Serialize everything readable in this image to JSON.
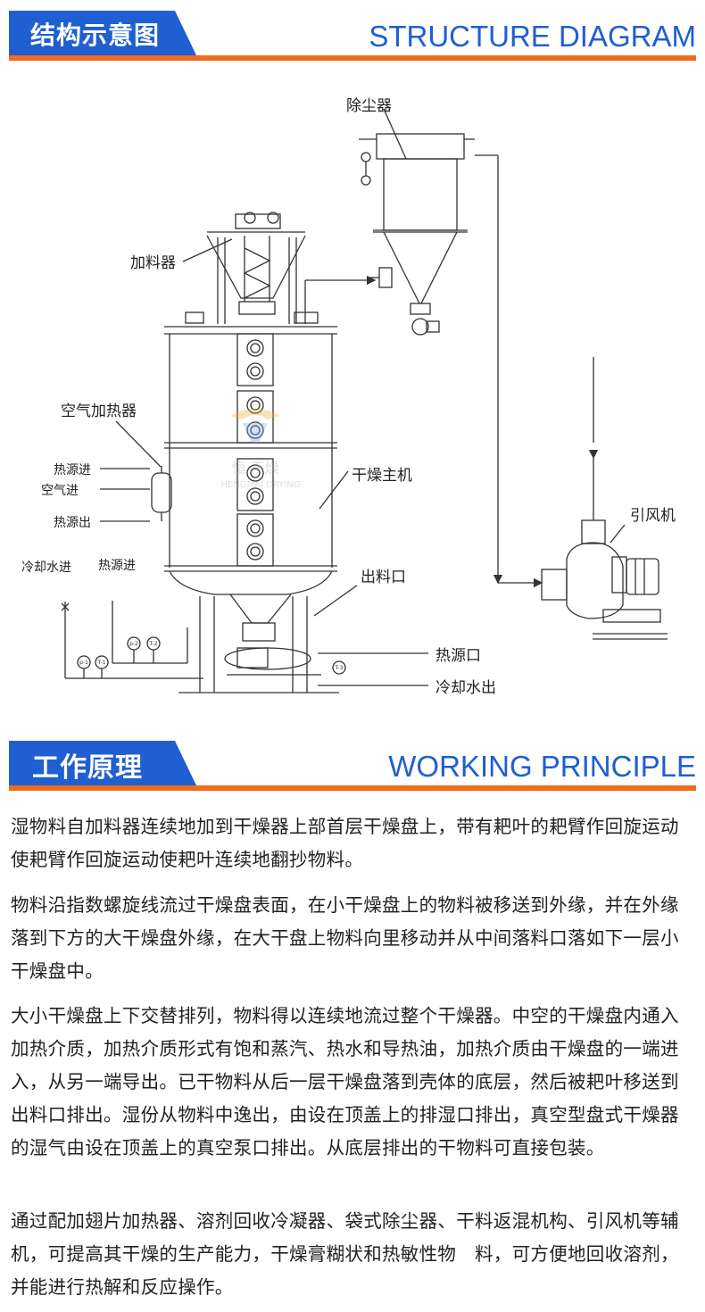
{
  "structure_section": {
    "title_cn": "结构示意图",
    "title_en": "STRUCTURE DIAGRAM"
  },
  "diagram": {
    "labels": {
      "dust_collector": "除尘器",
      "feeder": "加料器",
      "air_heater": "空气加热器",
      "heat_in": "热源进",
      "air_in": "空气进",
      "heat_out": "热源出",
      "main_dryer": "干燥主机",
      "fan": "引风机",
      "discharge": "出料口",
      "cooling_in": "冷却水进",
      "heat_in_2": "热源进",
      "heat_port": "热源口",
      "cooling_out": "冷却水出"
    },
    "watermark_cn": "恒 干燥",
    "watermark_en": "HENGMAI DRYING",
    "instrument_tags": [
      "p-2",
      "T-2",
      "p-1",
      "T-1",
      "T-3"
    ]
  },
  "working_section": {
    "title_cn": "工作原理",
    "title_en": "WORKING PRINCIPLE"
  },
  "paragraphs": [
    "湿物料自加料器连续地加到干燥器上部首层干燥盘上，带有耙叶的耙臂作回旋运动使耙臂作回旋运动使耙叶连续地翻抄物料。",
    "物料沿指数螺旋线流过干燥盘表面，在小干燥盘上的物料被移送到外缘，并在外缘落到下方的大干燥盘外缘，在大干盘上物料向里移动并从中间落料口落如下一层小干燥盘中。",
    "大小干燥盘上下交替排列，物料得以连续地流过整个干燥器。中空的干燥盘内通入加热介质，加热介质形式有饱和蒸汽、热水和导热油，加热介质由干燥盘的一端进入，从另一端导出。已干物料从后一层干燥盘落到壳体的底层，然后被耙叶移送到出料口排出。湿份从物料中逸出，由设在顶盖上的排湿口排出，真空型盘式干燥器的湿气由设在顶盖上的真空泵口排出。从底层排出的干物料可直接包装。",
    "通过配加翅片加热器、溶剂回收冷凝器、袋式除尘器、干料返混机构、引风机等辅机，可提高其干燥的生产能力，干燥膏糊状和热敏性物　料，可方便地回收溶剂，并能进行热解和反应操作。"
  ],
  "colors": {
    "accent_blue": "#1f5fd1",
    "accent_orange": "#f26a1b"
  }
}
